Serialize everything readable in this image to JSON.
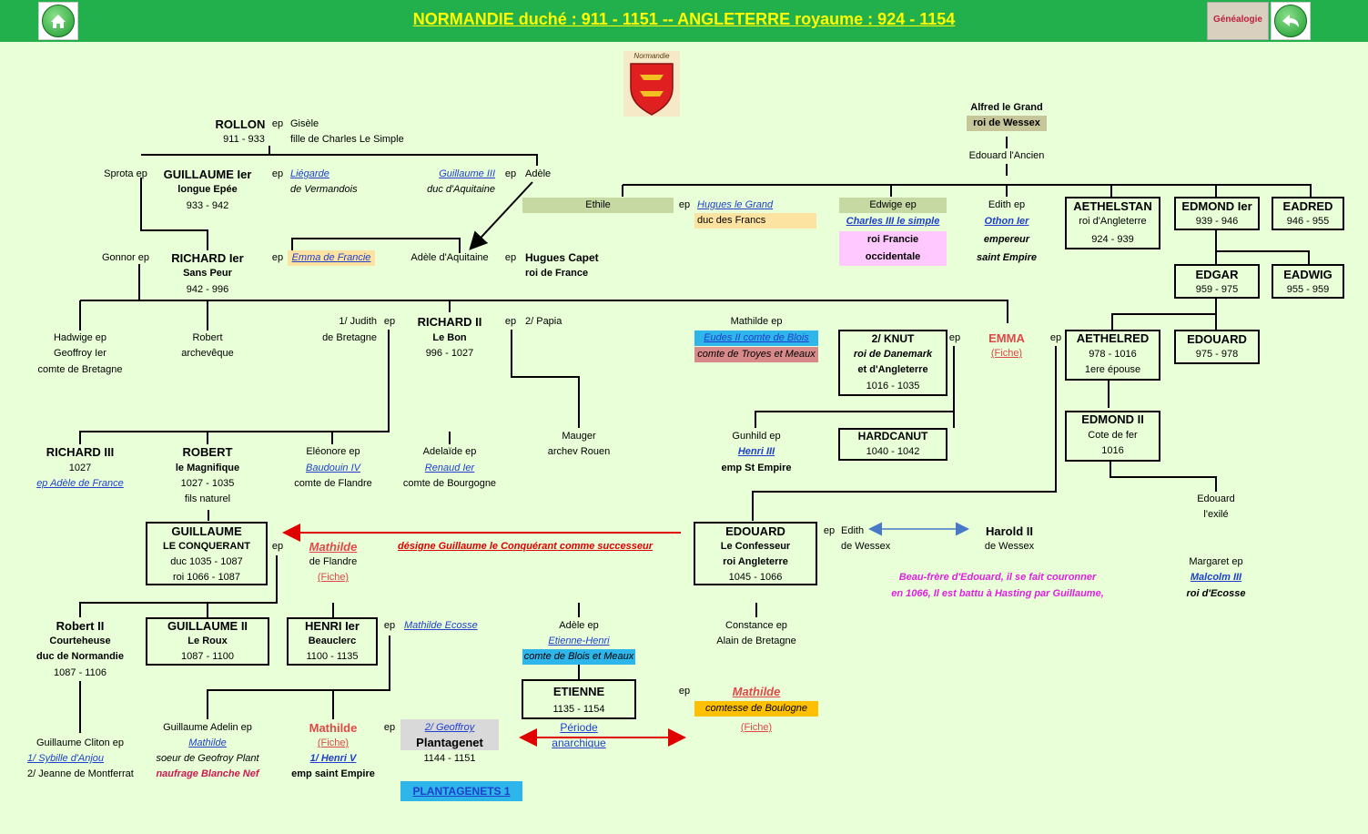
{
  "header": {
    "title": "NORMANDIE duché : 911 - 1151 -- ANGLETERRE royaume : 924 - 1154",
    "genealogie_label": "Généalogie",
    "colors": {
      "header_bg": "#22b04c",
      "title": "#ffff00",
      "page_bg": "#e8ffd8"
    },
    "icons": [
      "home-icon",
      "back-arrow-icon",
      "normandie-shield-icon"
    ]
  },
  "shield": {
    "label": "Normandie"
  },
  "people": {
    "rollon": {
      "name": "ROLLON",
      "dates": "911 - 933",
      "ep": "ep",
      "spouse": "Gisèle",
      "spouse_desc": "fille de Charles Le Simple"
    },
    "sprota": "Sprota ep",
    "guillaume1": {
      "name": "GUILLAUME Ier",
      "sub": "longue Epée",
      "dates": "933 - 942",
      "ep": "ep",
      "spouse": "Liégarde",
      "spouse_desc": "de Vermandois"
    },
    "guillaume3": {
      "name": "Guillaume III",
      "sub": "duc d'Aquitaine",
      "ep": "ep",
      "spouse": "Adèle"
    },
    "gonnor": "Gonnor ep",
    "richard1": {
      "name": "RICHARD Ier",
      "sub": "Sans Peur",
      "dates": "942 - 996",
      "ep": "ep",
      "spouse": "Emma de Francie"
    },
    "adele_aq": "Adèle d'Aquitaine",
    "hugues_capet": {
      "ep": "ep",
      "name": "Hugues Capet",
      "sub": "roi de France"
    },
    "ethile": {
      "name": "Ethile",
      "ep": "ep",
      "spouse": "Hugues le Grand",
      "spouse_desc": "duc des Francs"
    },
    "edwige": {
      "name": "Edwige ep",
      "spouse": "Charles III le simple",
      "title1": "roi Francie",
      "title2": "occidentale"
    },
    "edith": {
      "name": "Edith ep",
      "spouse": "Othon Ier",
      "title1": "empereur",
      "title2": "saint Empire"
    },
    "alfred": {
      "name": "Alfred le Grand",
      "title": "roi de Wessex"
    },
    "edouard_ancien": "Edouard l'Ancien",
    "aethelstan": {
      "name": "AETHELSTAN",
      "sub": "roi d'Angleterre",
      "dates": "924 - 939"
    },
    "edmond1": {
      "name": "EDMOND Ier",
      "dates": "939 - 946"
    },
    "eadred": {
      "name": "EADRED",
      "dates": "946 - 955"
    },
    "edgar": {
      "name": "EDGAR",
      "dates": "959 - 975"
    },
    "eadwig": {
      "name": "EADWIG",
      "dates": "955 - 959"
    },
    "hadwige": {
      "l1": "Hadwige ep",
      "l2": "Geoffroy Ier",
      "l3": "comte de Bretagne"
    },
    "robert_arch": {
      "l1": "Robert",
      "l2": "archevêque"
    },
    "judith": {
      "l1": "1/ Judith",
      "l2": "de Bretagne",
      "ep": "ep"
    },
    "richard2": {
      "name": "RICHARD II",
      "sub": "Le Bon",
      "dates": "996 - 1027",
      "ep": "ep",
      "spouse": "2/ Papia"
    },
    "mathilde_blois": {
      "l1": "Mathilde ep",
      "l2": "Eudes II comte de Blois",
      "l3": "comte de Troyes et Meaux"
    },
    "knut": {
      "name": "2/ KNUT",
      "l2": "roi de Danemark",
      "l3": "et d'Angleterre",
      "dates": "1016 - 1035",
      "ep": "ep"
    },
    "emma": {
      "name": "EMMA",
      "fiche": "(Fiche)",
      "ep": "ep"
    },
    "aethelred": {
      "name": "AETHELRED",
      "dates": "978 - 1016",
      "l3": "1ere épouse"
    },
    "edouard_m": {
      "name": "EDOUARD",
      "dates": "975 - 978"
    },
    "richard3": {
      "name": "RICHARD III",
      "dates": "1027",
      "spouse": "ep Adèle de France"
    },
    "robert_mag": {
      "name": "ROBERT",
      "sub": "le Magnifique",
      "dates": "1027 - 1035",
      "l4": "fils  naturel"
    },
    "eleonore": {
      "l1": "Eléonore ep",
      "l2": "Baudouin IV",
      "l3": "comte de Flandre"
    },
    "adelaide": {
      "l1": "Adelaïde ep",
      "l2": "Renaud Ier",
      "l3": "comte de Bourgogne"
    },
    "mauger": {
      "l1": "Mauger",
      "l2": "archev Rouen"
    },
    "gunhild": {
      "l1": "Gunhild ep",
      "l2": "Henri III",
      "l3": "emp St Empire"
    },
    "hardcanut": {
      "name": "HARDCANUT",
      "dates": "1040 - 1042"
    },
    "edmond2": {
      "name": "EDMOND II",
      "sub": "Cote de fer",
      "dates": "1016"
    },
    "guillaume_conq": {
      "name": "GUILLAUME",
      "sub": "LE CONQUERANT",
      "l3": "duc 1035 - 1087",
      "l4": "roi 1066 - 1087",
      "ep": "ep",
      "spouse": "Mathilde",
      "spouse_desc": "de Flandre",
      "fiche": "(Fiche)"
    },
    "designe": "désigne Guillaume le Conquérant comme successeur",
    "edouard_conf": {
      "name": "EDOUARD",
      "sub": "Le Confesseur",
      "l3": "roi Angleterre",
      "dates": "1045 - 1066",
      "ep": "ep",
      "spouse": "Edith",
      "spouse_desc": "de Wessex"
    },
    "harold": {
      "name": "Harold II",
      "sub": "de Wessex"
    },
    "harold_note1": "Beau-frère d'Edouard, il se fait couronner",
    "harold_note2": "en 1066, Il est battu à Hasting par Guillaume,",
    "edouard_exile": {
      "l1": "Edouard",
      "l2": "l'exilé"
    },
    "margaret": {
      "l1": "Margaret ep",
      "l2": "Malcolm III",
      "l3": "roi d'Ecosse"
    },
    "robert2": {
      "name": "Robert II",
      "sub": "Courteheuse",
      "l3": "duc de Normandie",
      "dates": "1087 - 1106"
    },
    "guillaume2": {
      "name": "GUILLAUME II",
      "sub": "Le Roux",
      "dates": "1087 - 1100"
    },
    "henri1": {
      "name": "HENRI Ier",
      "sub": "Beauclerc",
      "dates": "1100 - 1135",
      "ep": "ep",
      "spouse": "Mathilde Ecosse"
    },
    "adele_blois": {
      "l1": "Adèle ep",
      "l2": "Etienne-Henri",
      "l3": "comte de Blois et Meaux"
    },
    "constance": {
      "l1": "Constance ep",
      "l2": "Alain de Bretagne"
    },
    "etienne": {
      "name": "ETIENNE",
      "dates": "1135 - 1154",
      "ep": "ep"
    },
    "mathilde_boul": {
      "name": "Mathilde",
      "l2": "comtesse de Boulogne",
      "fiche": "(Fiche)"
    },
    "periode": {
      "l1": "Période",
      "l2": "anarchique"
    },
    "guillaume_cliton": {
      "l1": "Guillaume Cliton ep",
      "l2": "1/ Sybille d'Anjou",
      "l3": "2/ Jeanne de Montferrat"
    },
    "guillaume_adelin": {
      "l1": "Guillaume Adelin ep",
      "l2": "Mathilde",
      "l3": "soeur de Geofroy Plant",
      "l4": "naufrage Blanche Nef"
    },
    "mathilde_emp": {
      "name": "Mathilde",
      "fiche": "(Fiche)",
      "l3": "1/ Henri V",
      "l4": "emp saint Empire",
      "ep": "ep"
    },
    "geoffroy": {
      "l1": "2/ Geoffroy",
      "name": "Plantagenet",
      "dates": "1144 - 1151"
    },
    "plantagenets_link": "PLANTAGENETS 1"
  }
}
